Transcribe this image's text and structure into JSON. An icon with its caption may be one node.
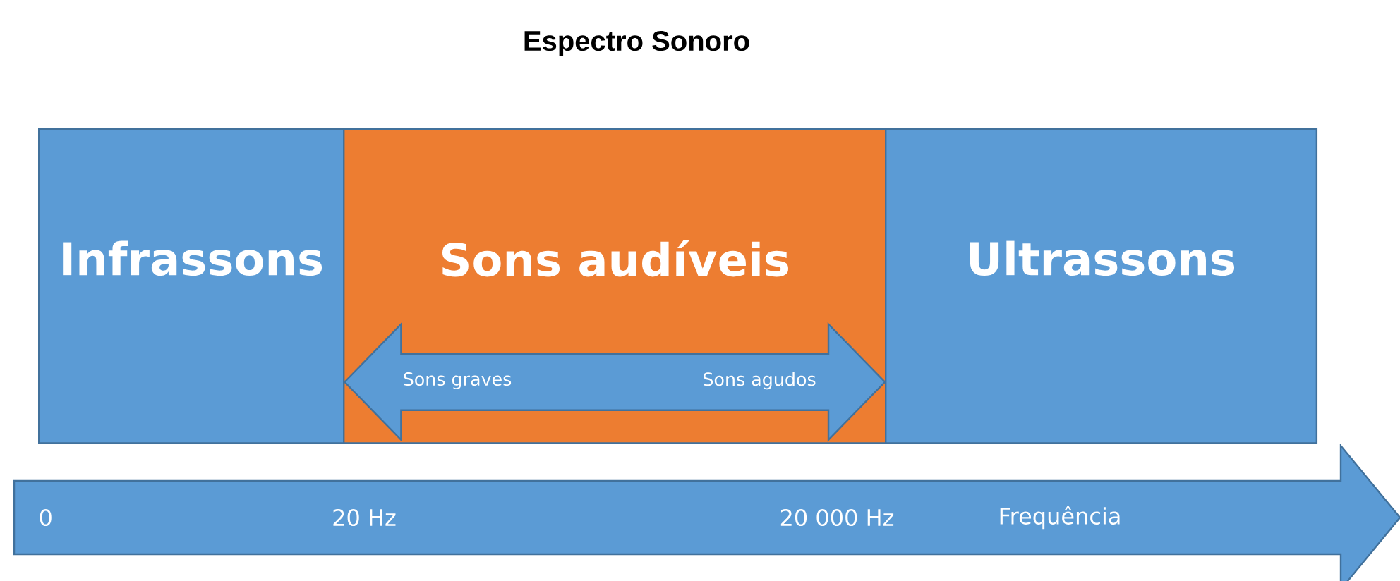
{
  "diagram": {
    "title": "Espectro Sonoro",
    "nodes": [
      {
        "text": [
          "Infrassons"
        ]
      },
      {
        "text": [
          "Sons audíveis"
        ]
      },
      {
        "text": [
          "Ultrassons"
        ]
      },
      {
        "text": [
          "0",
          "20 Hz",
          "20 000 Hz",
          "Frequência"
        ]
      }
    ],
    "edges": [
      {
        "from": 0,
        "to": 2,
        "arrow": "both"
      }
    ],
    "labels": [
      "Sons graves",
      "Sons agudos"
    ]
  }
}
